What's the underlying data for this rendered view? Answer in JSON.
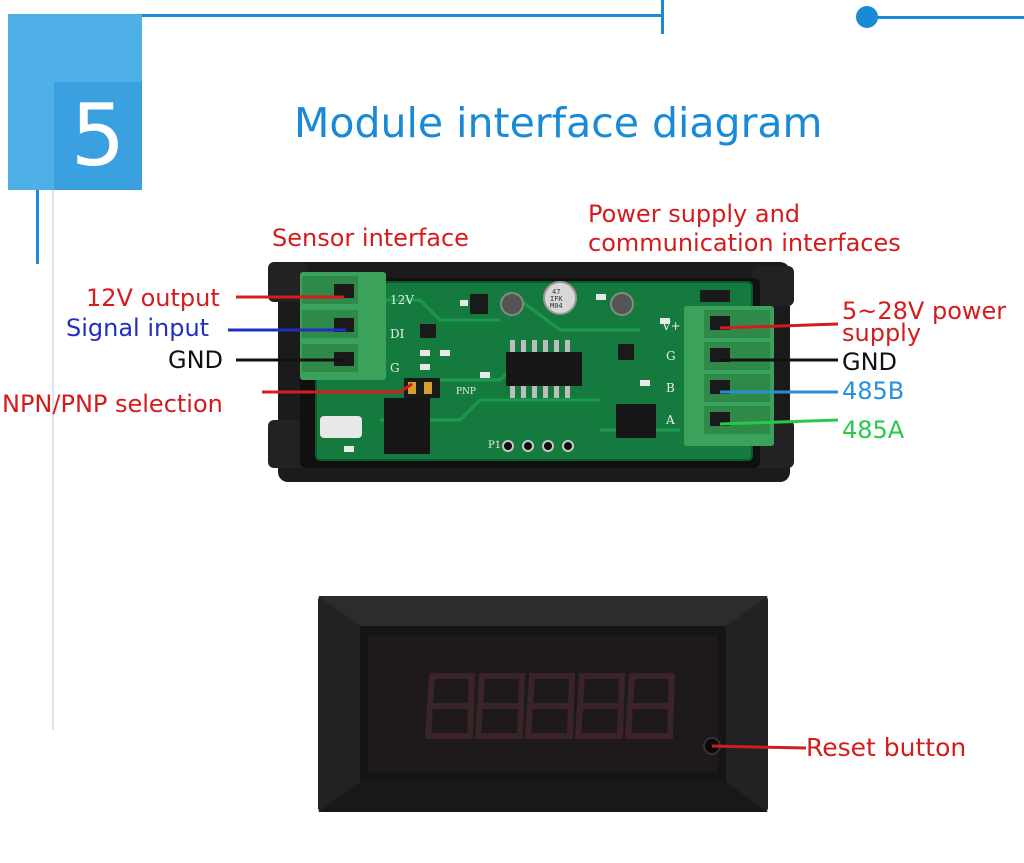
{
  "badge": {
    "number": "5"
  },
  "title": "Module interface diagram",
  "labels": {
    "sensor_interface": "Sensor interface",
    "power_comm_line1": "Power supply and",
    "power_comm_line2": "communication interfaces",
    "out_12v": "12V output",
    "signal_input": "Signal input",
    "gnd_left": "GND",
    "npn_pnp": "NPN/PNP selection",
    "power_5_28v_line1": "5~28V power",
    "power_5_28v_line2": "supply",
    "gnd_right": "GND",
    "b485": "485B",
    "a485": "485A",
    "reset_button": "Reset button"
  },
  "pcb": {
    "silk_12v": "12V",
    "silk_di": "DI",
    "silk_g": "G",
    "silk_pnp": "PNP",
    "silk_p1": "P1",
    "silk_vplus": "V+",
    "silk_g2": "G",
    "silk_b": "B",
    "silk_a": "A",
    "capacitor_text1": "47",
    "capacitor_text2": "IFK",
    "capacitor_text3": "M04"
  },
  "colors": {
    "frame_blue": "#1a8ad6",
    "label_red": "#d41c1c",
    "label_blue": "#1f2fc0",
    "label_light_blue": "#2a8fd6",
    "label_green": "#2ac84a",
    "pcb_green": "#157a3e",
    "terminal_green": "#3aa25a"
  }
}
